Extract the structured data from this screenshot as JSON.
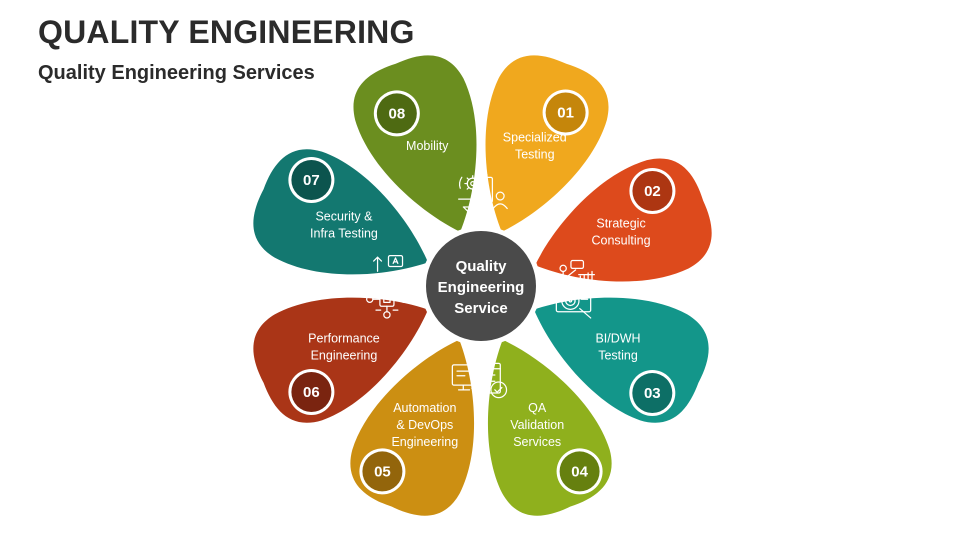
{
  "header": {
    "title": "QUALITY ENGINEERING",
    "subtitle": "Quality Engineering Services"
  },
  "center": {
    "lines": [
      "Quality",
      "Engineering",
      "Service"
    ],
    "color": "#4a4a4a"
  },
  "petals": [
    {
      "number": "01",
      "lines": [
        "Specialized",
        "Testing"
      ],
      "color": "#f0a81e",
      "badge_color": "#c5860b",
      "icon": "clipboard-person-icon"
    },
    {
      "number": "02",
      "lines": [
        "Strategic",
        "Consulting"
      ],
      "color": "#dd4a1c",
      "badge_color": "#ad3612",
      "icon": "presenter-audience-icon"
    },
    {
      "number": "03",
      "lines": [
        "BI/DWH",
        "Testing"
      ],
      "color": "#13968a",
      "badge_color": "#0d6f66",
      "icon": "target-magnifier-icon"
    },
    {
      "number": "04",
      "lines": [
        "QA",
        "Validation",
        "Services"
      ],
      "color": "#8fb01d",
      "badge_color": "#66800f",
      "icon": "checklist-check-icon"
    },
    {
      "number": "05",
      "lines": [
        "Automation",
        "& DevOps",
        "Engineering"
      ],
      "color": "#cc8f12",
      "badge_color": "#93650b",
      "icon": "monitor-gear-icon"
    },
    {
      "number": "06",
      "lines": [
        "Performance",
        "Engineering"
      ],
      "color": "#aa3517",
      "badge_color": "#7a2410",
      "icon": "network-hub-icon"
    },
    {
      "number": "07",
      "lines": [
        "Security &",
        "Infra Testing"
      ],
      "color": "#137870",
      "badge_color": "#0c544e",
      "icon": "ab-test-icon"
    },
    {
      "number": "08",
      "lines": [
        "Mobility"
      ],
      "color": "#6b8e1f",
      "badge_color": "#4e6a12",
      "icon": "gear-exchange-icon"
    }
  ]
}
